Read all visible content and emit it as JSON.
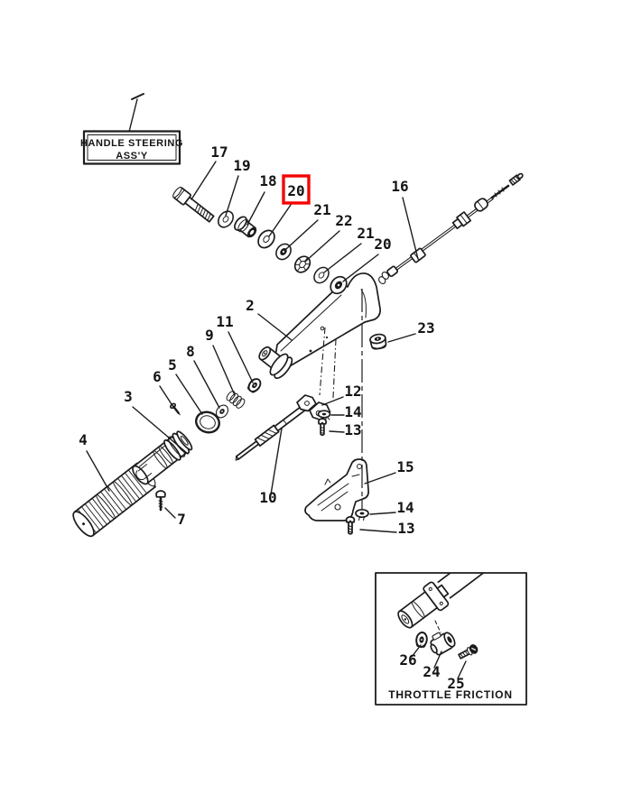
{
  "figure": {
    "title_box": {
      "line1": "HANDLE STEERING",
      "line2": "ASS'Y"
    },
    "inset": {
      "caption": "THROTTLE FRICTION"
    },
    "highlight": {
      "part": "20",
      "color": "#f40404"
    },
    "line_color": "#1c1c1c",
    "background": "#ffffff",
    "callouts": [
      {
        "id": "17",
        "text": "17"
      },
      {
        "id": "19",
        "text": "19"
      },
      {
        "id": "18",
        "text": "18"
      },
      {
        "id": "20a",
        "text": "20",
        "highlighted": true
      },
      {
        "id": "21a",
        "text": "21"
      },
      {
        "id": "22",
        "text": "22"
      },
      {
        "id": "21b",
        "text": "21"
      },
      {
        "id": "20b",
        "text": "20"
      },
      {
        "id": "16",
        "text": "16"
      },
      {
        "id": "2",
        "text": "2"
      },
      {
        "id": "23",
        "text": "23"
      },
      {
        "id": "11",
        "text": "11"
      },
      {
        "id": "9",
        "text": "9"
      },
      {
        "id": "8",
        "text": "8"
      },
      {
        "id": "5",
        "text": "5"
      },
      {
        "id": "6",
        "text": "6"
      },
      {
        "id": "3",
        "text": "3"
      },
      {
        "id": "4",
        "text": "4"
      },
      {
        "id": "7",
        "text": "7"
      },
      {
        "id": "12",
        "text": "12"
      },
      {
        "id": "14a",
        "text": "14"
      },
      {
        "id": "13a",
        "text": "13"
      },
      {
        "id": "10",
        "text": "10"
      },
      {
        "id": "15",
        "text": "15"
      },
      {
        "id": "14b",
        "text": "14"
      },
      {
        "id": "13b",
        "text": "13"
      },
      {
        "id": "26",
        "text": "26"
      },
      {
        "id": "24",
        "text": "24"
      },
      {
        "id": "25",
        "text": "25"
      }
    ]
  }
}
